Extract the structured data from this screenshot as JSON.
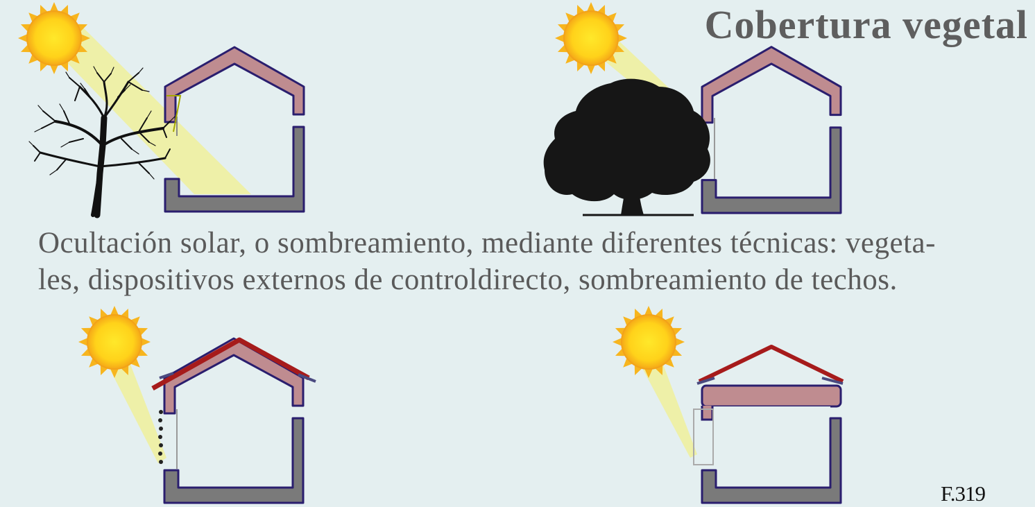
{
  "title": "Cobertura vegetal",
  "description": {
    "line1": "Ocultación solar, o sombreamiento, mediante diferentes técnicas: vegeta-",
    "line2": "les, dispositivos externos de controldirecto, sombreamiento de techos."
  },
  "figure_label": "F.319",
  "colors": {
    "background": "#e4eff0",
    "sun_outer": "#f7b51e",
    "sun_inner": "#ffd81c",
    "sun_ray": "#eef0a0",
    "roof_fill": "#bf8c90",
    "roof_outline": "#2a1e6e",
    "wall_fill": "#7a7a7a",
    "red_roof": "#a61b1b"
  },
  "icons": [
    "sun-icon",
    "bare-tree-icon",
    "leafy-tree-icon",
    "house-icon"
  ]
}
